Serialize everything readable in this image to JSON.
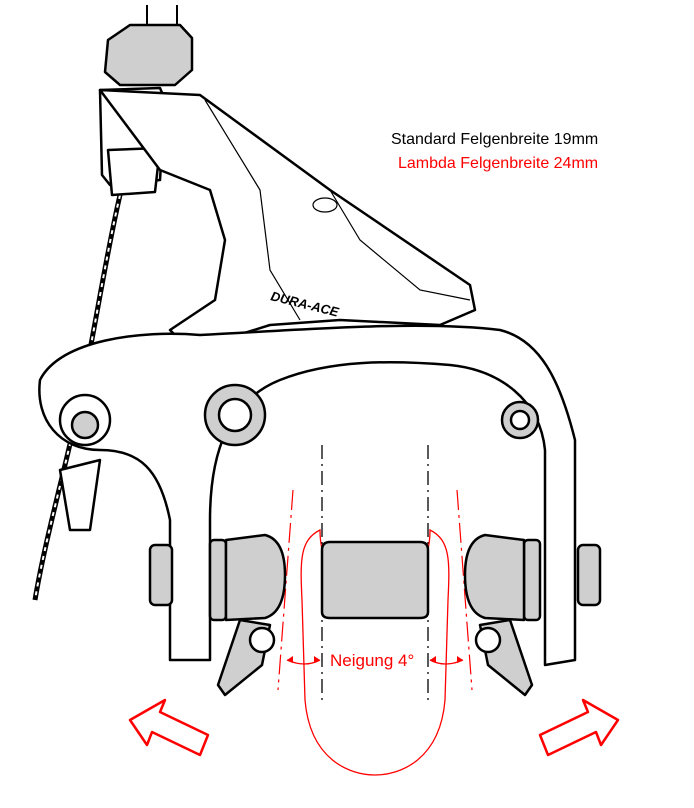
{
  "labels": {
    "standard": "Standard Felgenbreite  19mm",
    "lambda": "Lambda Felgenbreite  24mm",
    "angle": "Neigung 4°"
  },
  "logo_text": "DURA-ACE",
  "colors": {
    "accent": "#ff0000",
    "line": "#000000",
    "part_fill": "#cfcfcf"
  }
}
